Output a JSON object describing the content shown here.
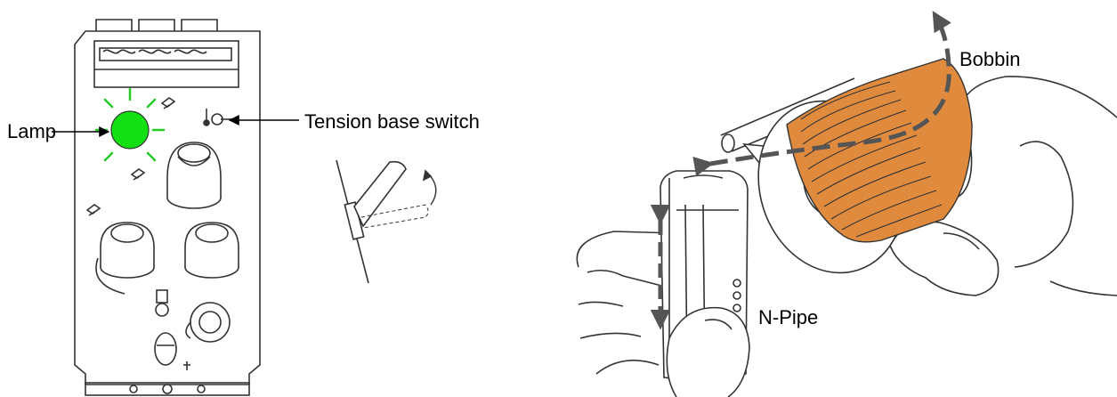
{
  "labels": {
    "lamp": "Lamp",
    "tension_switch": "Tension base switch",
    "bobbin": "Bobbin",
    "n_pipe": "N-Pipe"
  },
  "colors": {
    "lamp_fill": "#12e012",
    "lamp_glow": "#22cc22",
    "thread": "#e08a3e",
    "arrow": "#555555",
    "outline": "#333333"
  },
  "icons": {
    "lamp": "lamp-icon",
    "switch": "toggle-switch-icon"
  }
}
